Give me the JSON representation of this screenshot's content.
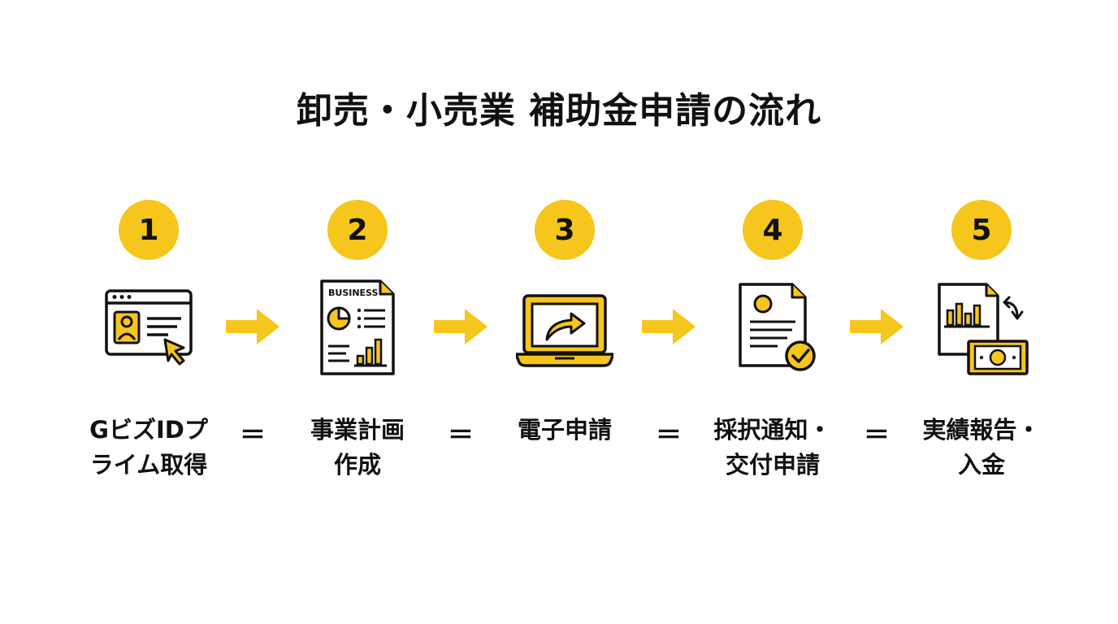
{
  "title": "卸売・小売業 補助金申請の流れ",
  "colors": {
    "accent": "#f6c61c",
    "ink": "#111111",
    "background": "#ffffff"
  },
  "steps": [
    {
      "number": "1",
      "label_lines": [
        "GビズIDプ",
        "ライム取得"
      ],
      "icon": "browser-profile-cursor-icon"
    },
    {
      "number": "2",
      "label_lines": [
        "事業計画",
        "作成"
      ],
      "icon": "business-plan-document-icon",
      "icon_text": "BUSINESS"
    },
    {
      "number": "3",
      "label_lines": [
        "電子申請",
        ""
      ],
      "icon": "laptop-share-arrow-icon"
    },
    {
      "number": "4",
      "label_lines": [
        "採択通知・",
        "交付申請"
      ],
      "icon": "approved-document-icon"
    },
    {
      "number": "5",
      "label_lines": [
        "実績報告・",
        "入金"
      ],
      "icon": "report-payment-icon"
    }
  ],
  "connectors": {
    "between_icons": "arrow-icon",
    "between_labels": "＝"
  }
}
